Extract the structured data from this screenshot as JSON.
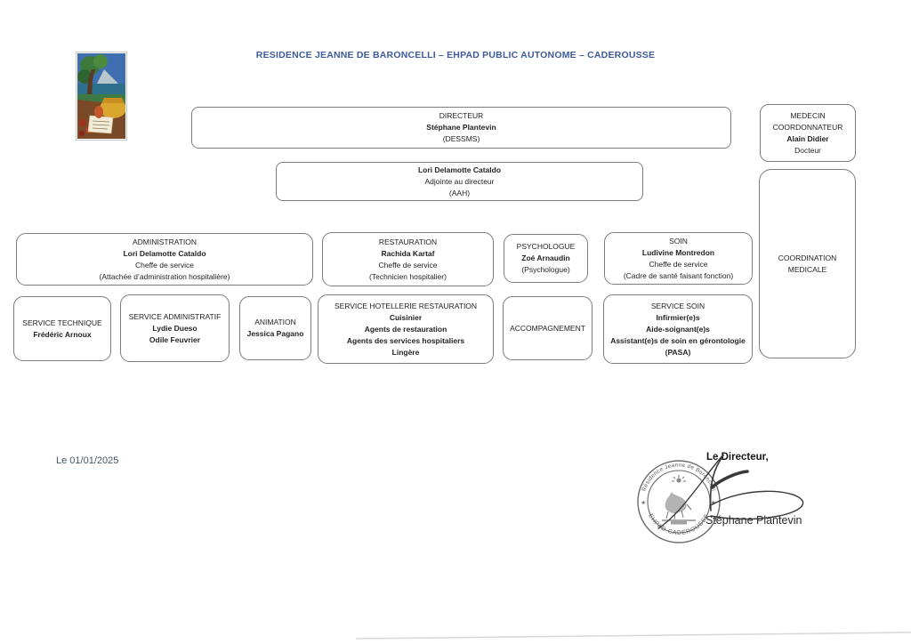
{
  "page": {
    "title": "RESIDENCE JEANNE DE BARONCELLI – EHPAD PUBLIC AUTONOME – CADEROUSSE",
    "date": "Le 01/01/2025"
  },
  "colors": {
    "title_blue": "#3f5a9b",
    "date_blue_gray": "#44546a",
    "box_border_gray": "#7d7d7d",
    "ink_gray": "#5f5f5f"
  },
  "org": {
    "directeur": {
      "lines": [
        "DIRECTEUR",
        "Stéphane Plantevin",
        "(DESSMS)"
      ]
    },
    "medecin": {
      "lines": [
        "MEDECIN",
        "COORDONNATEUR",
        "Alain Didier",
        "Docteur"
      ]
    },
    "adjointe": {
      "lines": [
        "Lori Delamotte Cataldo",
        "Adjointe au directeur",
        "(AAH)"
      ]
    },
    "coordination": {
      "lines": [
        "COORDINATION",
        "MEDICALE"
      ]
    },
    "administration": {
      "lines": [
        "ADMINISTRATION",
        "Lori Delamotte Cataldo",
        "Cheffe de service",
        "(Attachée d’administration hospitalière)"
      ]
    },
    "restauration": {
      "lines": [
        "RESTAURATION",
        "Rachida Kartaf",
        "Cheffe de service",
        "(Technicien hospitalier)"
      ]
    },
    "psychologue": {
      "lines": [
        "PSYCHOLOGUE",
        "Zoé Arnaudin",
        "(Psychologue)"
      ]
    },
    "soin": {
      "lines": [
        "SOIN",
        "Ludivine Montredon",
        "Cheffe de service",
        "(Cadre de santé faisant fonction)"
      ]
    },
    "technique": {
      "lines": [
        "SERVICE TECHNIQUE",
        "Frédéric Arnoux"
      ]
    },
    "administratif": {
      "lines": [
        "SERVICE ADMINISTRATIF",
        "Lydie Dueso",
        "Odile Feuvrier"
      ]
    },
    "animation": {
      "lines": [
        "ANIMATION",
        "Jessica Pagano"
      ]
    },
    "hotellerie": {
      "lines": [
        "SERVICE HOTELLERIE RESTAURATION",
        "Cuisinier",
        "Agents de restauration",
        "Agents des services hospitaliers",
        "Lingère"
      ]
    },
    "accompagnement": {
      "lines": [
        "ACCOMPAGNEMENT"
      ]
    },
    "servicesoin": {
      "lines": [
        "SERVICE SOIN",
        "Infirmier(e)s",
        "Aide-soignant(e)s",
        "Assistant(e)s de soin en gérontologie",
        "(PASA)"
      ]
    }
  },
  "signature": {
    "label": "Le Directeur,",
    "name": "Stéphane Plantevin",
    "stamp_top": "Résidence Jeanne de Baroncelli",
    "stamp_bottom": "EHPAD CADEROUSSE"
  }
}
